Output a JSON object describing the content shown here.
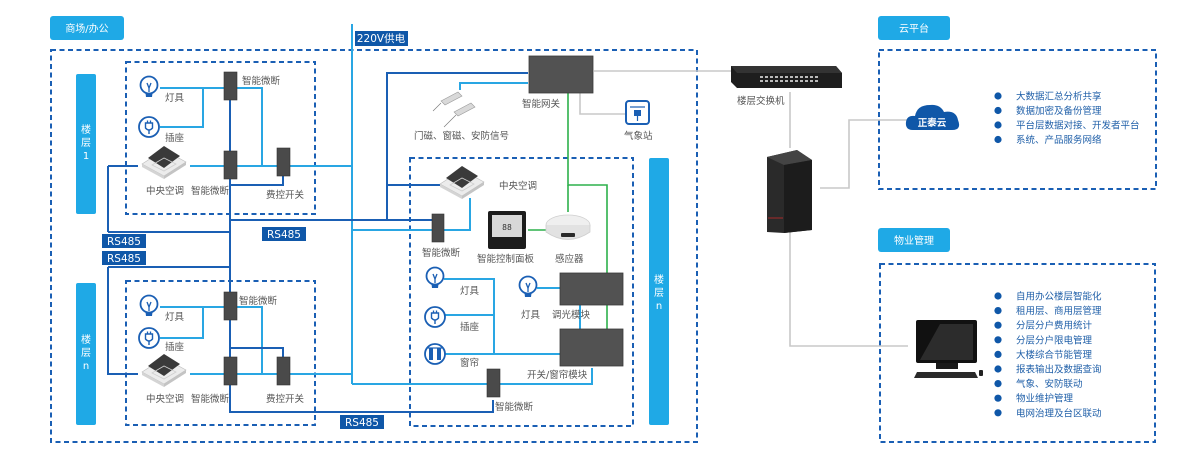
{
  "colors": {
    "header_bg": "#1fa9e6",
    "tag_bg": "#0f57a8",
    "dashed_border": "#1a5fb4",
    "wire_dark": "#1a5fb4",
    "wire_light": "#29a6e3",
    "wire_green": "#2db04b",
    "wire_gray": "#c8c8c8",
    "bullet": "#0f57a8"
  },
  "headers": {
    "mall_office": "商场/办公",
    "cloud_platform": "云平台",
    "property_mgmt": "物业管理"
  },
  "tags": {
    "power": "220V供电",
    "rs485_a": "RS485",
    "rs485_b": "RS485",
    "rs485_c": "RS485",
    "rs485_d": "RS485"
  },
  "floors": {
    "floor1": [
      "楼",
      "层",
      "1"
    ],
    "floorn_left": [
      "楼",
      "层",
      "n"
    ],
    "floorn_right": [
      "楼",
      "层",
      "n"
    ]
  },
  "floor1_box": {
    "lamp": "灯具",
    "socket": "插座",
    "ac": "中央空调",
    "breaker_top": "智能微断",
    "breaker_bottom": "智能微断",
    "fee_switch": "费控开关"
  },
  "floorn_box": {
    "lamp": "灯具",
    "socket": "插座",
    "ac": "中央空调",
    "breaker_top": "智能微断",
    "breaker_bottom": "智能微断",
    "fee_switch": "费控开关"
  },
  "gateway_area": {
    "gateway": "智能网关",
    "door_sensor": "门磁、窗磁、安防信号",
    "weather": "气象站"
  },
  "right_floor_box": {
    "ac": "中央空调",
    "breaker_top": "智能微断",
    "panel": "智能控制面板",
    "sensor": "感应器",
    "lamp1": "灯具",
    "socket": "插座",
    "curtain": "窗帘",
    "lamp2": "灯具",
    "dimmer": "调光模块",
    "switch_module": "开关/窗帘模块",
    "breaker_bottom": "智能微断"
  },
  "switch_label": "楼层交换机",
  "cloud_logo": "正泰云",
  "cloud_list": [
    "大数据汇总分析共享",
    "数据加密及备份管理",
    "平台层数据对接、开发者平台",
    "系统、产品服务网络"
  ],
  "property_list": [
    "自用办公楼层智能化",
    "租用层、商用层管理",
    "分层分户费用统计",
    "分层分户限电管理",
    "大楼综合节能管理",
    "报表输出及数据查询",
    "气象、安防联动",
    "物业维护管理",
    "电网治理及台区联动"
  ]
}
